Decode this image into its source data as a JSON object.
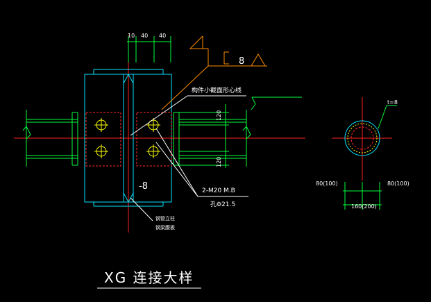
{
  "colors": {
    "background": "#000000",
    "column": "#00e5ff",
    "beam": "#00ff3c",
    "bolt": "#ffff00",
    "plate": "#ff2a2a",
    "dimension": "#00ff3c",
    "leader": "#ff8c00",
    "text": "#ffffff",
    "center_line": "#ff2020"
  },
  "drawing": {
    "top_dims": [
      "10",
      "40",
      "40"
    ],
    "weld_symbol_value": "8",
    "section_label": "构件小截面形心线",
    "vertical_dims": [
      "120",
      "120"
    ],
    "bolt_spec": "2-M20 M.B",
    "hole_spec": "孔Φ21.5",
    "plate_thickness": "-8",
    "callout_lines": [
      "钢管立柱",
      "钢梁腹板"
    ],
    "title": "XG 连接大样"
  },
  "side_view": {
    "plate_label": "t=8",
    "left_dim": "80(100)",
    "right_dim": "80(100)",
    "bottom_dim": "160(200)"
  }
}
